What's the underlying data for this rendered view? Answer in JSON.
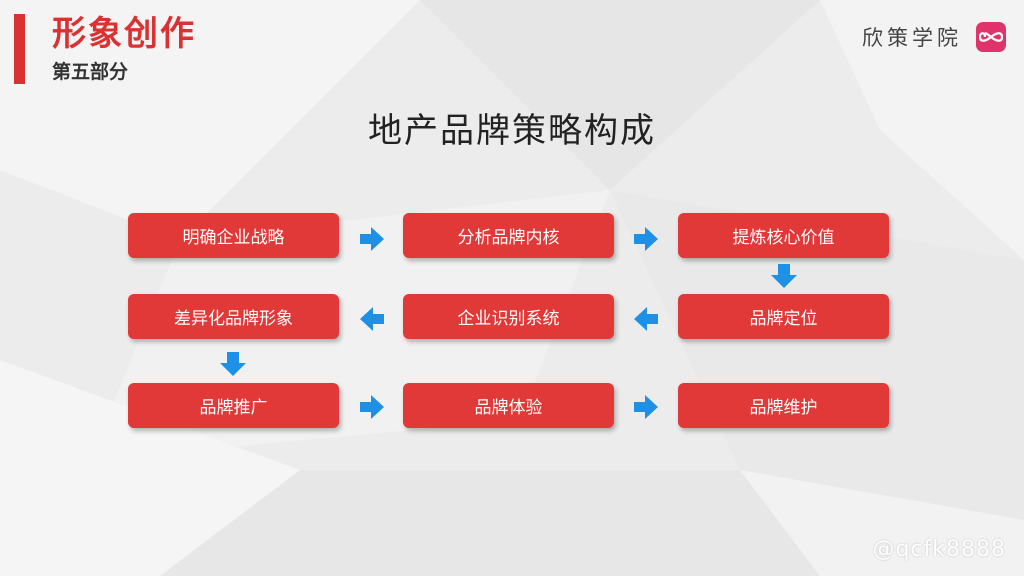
{
  "header": {
    "title": "形象创作",
    "subtitle": "第五部分"
  },
  "brand": {
    "name": "欣策学院",
    "logo_icon": "infinity-logo-icon",
    "logo_color": "#e0336b"
  },
  "slide": {
    "title": "地产品牌策略构成"
  },
  "flow": {
    "box_color": "#e13838",
    "arrow_color": "#1e90e6",
    "steps": [
      "明确企业战略",
      "分析品牌内核",
      "提炼核心价值",
      "品牌定位",
      "企业识别系统",
      "差异化品牌形象",
      "品牌推广",
      "品牌体验",
      "品牌维护"
    ]
  },
  "watermark": "@qcfk8888"
}
